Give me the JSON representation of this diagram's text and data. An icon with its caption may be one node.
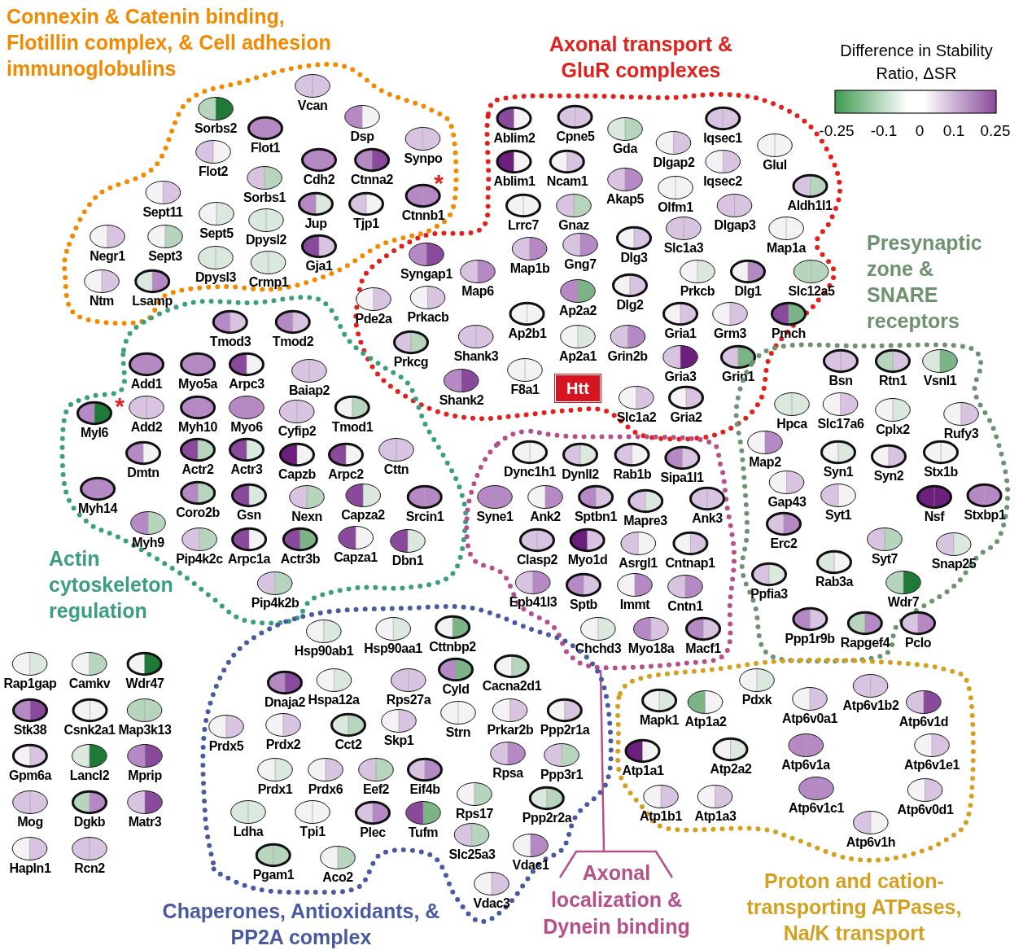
{
  "diagram": {
    "nodes": [
      {
        "text": [
          "Connexin & Catenin binding, Flotillin complex, & Cell adhesion immunoglobulins"
        ]
      },
      {
        "text": [
          "Vcan"
        ],
        "in": 0
      },
      {
        "text": [
          "Sorbs2"
        ],
        "in": 0
      },
      {
        "text": [
          "Flot1"
        ],
        "in": 0
      },
      {
        "text": [
          "Dsp"
        ],
        "in": 0
      },
      {
        "text": [
          "Synpo"
        ],
        "in": 0
      },
      {
        "text": [
          "Flot2"
        ],
        "in": 0
      },
      {
        "text": [
          "Cdh2"
        ],
        "in": 0
      },
      {
        "text": [
          "Ctnna2"
        ],
        "in": 0
      },
      {
        "text": [
          "Sorbs1"
        ],
        "in": 0
      },
      {
        "text": [
          "Ctnnb1"
        ],
        "in": 0
      },
      {
        "text": [
          "Sept11"
        ],
        "in": 0
      },
      {
        "text": [
          "Jup"
        ],
        "in": 0
      },
      {
        "text": [
          "Tjp1"
        ],
        "in": 0
      },
      {
        "text": [
          "Dpysl2"
        ],
        "in": 0
      },
      {
        "text": [
          "Sept5"
        ],
        "in": 0
      },
      {
        "text": [
          "Negr1"
        ],
        "in": 0
      },
      {
        "text": [
          "Sept3"
        ],
        "in": 0
      },
      {
        "text": [
          "Gja1"
        ],
        "in": 0
      },
      {
        "text": [
          "Dpysl3"
        ],
        "in": 0
      },
      {
        "text": [
          "Crmp1"
        ],
        "in": 0
      },
      {
        "text": [
          "Ntm"
        ],
        "in": 0
      },
      {
        "text": [
          "Lsamp"
        ],
        "in": 0
      },
      {
        "text": [
          "Axonal transport & GluR complexes"
        ]
      },
      {
        "text": [
          "Ablim2"
        ],
        "in": 23
      },
      {
        "text": [
          "Cpne5"
        ],
        "in": 23
      },
      {
        "text": [
          "Gda"
        ],
        "in": 23
      },
      {
        "text": [
          "Iqsec1"
        ],
        "in": 23
      },
      {
        "text": [
          "Ablim1"
        ],
        "in": 23
      },
      {
        "text": [
          "Ncam1"
        ],
        "in": 23
      },
      {
        "text": [
          "Dlgap2"
        ],
        "in": 23
      },
      {
        "text": [
          "Glul"
        ],
        "in": 23
      },
      {
        "text": [
          "Iqsec2"
        ],
        "in": 23
      },
      {
        "text": [
          "Akap5"
        ],
        "in": 23
      },
      {
        "text": [
          "Olfm1"
        ],
        "in": 23
      },
      {
        "text": [
          "Aldh1l1"
        ],
        "in": 23
      },
      {
        "text": [
          "Lrrc7"
        ],
        "in": 23
      },
      {
        "text": [
          "Gnaz"
        ],
        "in": 23
      },
      {
        "text": [
          "Dlgap3"
        ],
        "in": 23
      },
      {
        "text": [
          "Map1a"
        ],
        "in": 23
      },
      {
        "text": [
          "Syngap1"
        ],
        "in": 23
      },
      {
        "text": [
          "Map6"
        ],
        "in": 23
      },
      {
        "text": [
          "Map1b"
        ],
        "in": 23
      },
      {
        "text": [
          "Gng7"
        ],
        "in": 23
      },
      {
        "text": [
          "Slc1a3"
        ],
        "in": 23
      },
      {
        "text": [
          "Dlg3"
        ],
        "in": 23
      },
      {
        "text": [
          "Prkcb"
        ],
        "in": 23
      },
      {
        "text": [
          "Dlg1"
        ],
        "in": 23
      },
      {
        "text": [
          "Slc12a5"
        ],
        "in": 23
      },
      {
        "text": [
          "Pde2a"
        ],
        "in": 23
      },
      {
        "text": [
          "Prkacb"
        ],
        "in": 23
      },
      {
        "text": [
          "Ap2a2"
        ],
        "in": 23
      },
      {
        "text": [
          "Dlg2"
        ],
        "in": 23
      },
      {
        "text": [
          "Ap2b1"
        ],
        "in": 23
      },
      {
        "text": [
          "Gria1"
        ],
        "in": 23
      },
      {
        "text": [
          "Grm3"
        ],
        "in": 23
      },
      {
        "text": [
          "Pmch"
        ],
        "in": 23
      },
      {
        "text": [
          "Prkcg"
        ],
        "in": 23
      },
      {
        "text": [
          "Shank3"
        ],
        "in": 23
      },
      {
        "text": [
          "Ap2a1"
        ],
        "in": 23
      },
      {
        "text": [
          "Grin2b"
        ],
        "in": 23
      },
      {
        "text": [
          "Gria3"
        ],
        "in": 23
      },
      {
        "text": [
          "Grin1"
        ],
        "in": 23
      },
      {
        "text": [
          "Shank2"
        ],
        "in": 23
      },
      {
        "text": [
          "F8a1"
        ],
        "in": 23
      },
      {
        "text": [
          "Htt"
        ],
        "in": 23
      },
      {
        "text": [
          "Slc1a2"
        ],
        "in": 23
      },
      {
        "text": [
          "Gria2"
        ],
        "in": 23
      },
      {
        "text": [
          "Presynaptic zone & SNARE receptors"
        ]
      },
      {
        "text": [
          "Bsn"
        ],
        "in": 68
      },
      {
        "text": [
          "Rtn1"
        ],
        "in": 68
      },
      {
        "text": [
          "Vsnl1"
        ],
        "in": 68
      },
      {
        "text": [
          "Hpca"
        ],
        "in": 68
      },
      {
        "text": [
          "Slc17a6"
        ],
        "in": 68
      },
      {
        "text": [
          "Cplx2"
        ],
        "in": 68
      },
      {
        "text": [
          "Rufy3"
        ],
        "in": 68
      },
      {
        "text": [
          "Map2"
        ],
        "in": 68
      },
      {
        "text": [
          "Syn1"
        ],
        "in": 68
      },
      {
        "text": [
          "Syn2"
        ],
        "in": 68
      },
      {
        "text": [
          "Stx1b"
        ],
        "in": 68
      },
      {
        "text": [
          "Gap43"
        ],
        "in": 68
      },
      {
        "text": [
          "Syt1"
        ],
        "in": 68
      },
      {
        "text": [
          "Nsf"
        ],
        "in": 68
      },
      {
        "text": [
          "Stxbp1"
        ],
        "in": 68
      },
      {
        "text": [
          "Erc2"
        ],
        "in": 68
      },
      {
        "text": [
          "Syt7"
        ],
        "in": 68
      },
      {
        "text": [
          "Snap25"
        ],
        "in": 68
      },
      {
        "text": [
          "Ppfia3"
        ],
        "in": 68
      },
      {
        "text": [
          "Rab3a"
        ],
        "in": 68
      },
      {
        "text": [
          "Wdr7"
        ],
        "in": 68
      },
      {
        "text": [
          "Ppp1r9b"
        ],
        "in": 68
      },
      {
        "text": [
          "Rapgef4"
        ],
        "in": 68
      },
      {
        "text": [
          "Pclo"
        ],
        "in": 68
      },
      {
        "text": [
          "Actin cytoskeleton regulation"
        ]
      },
      {
        "text": [
          "Tmod3"
        ],
        "in": 93
      },
      {
        "text": [
          "Tmod2"
        ],
        "in": 93
      },
      {
        "text": [
          "Add1"
        ],
        "in": 93
      },
      {
        "text": [
          "Myo5a"
        ],
        "in": 93
      },
      {
        "text": [
          "Arpc3"
        ],
        "in": 93
      },
      {
        "text": [
          "Baiap2"
        ],
        "in": 93
      },
      {
        "text": [
          "Myl6"
        ],
        "in": 93
      },
      {
        "text": [
          "Add2"
        ],
        "in": 93
      },
      {
        "text": [
          "Myh10"
        ],
        "in": 93
      },
      {
        "text": [
          "Myo6"
        ],
        "in": 93
      },
      {
        "text": [
          "Cyfip2"
        ],
        "in": 93
      },
      {
        "text": [
          "Tmod1"
        ],
        "in": 93
      },
      {
        "text": [
          "Dmtn"
        ],
        "in": 93
      },
      {
        "text": [
          "Actr2"
        ],
        "in": 93
      },
      {
        "text": [
          "Actr3"
        ],
        "in": 93
      },
      {
        "text": [
          "Capzb"
        ],
        "in": 93
      },
      {
        "text": [
          "Arpc2"
        ],
        "in": 93
      },
      {
        "text": [
          "Cttn"
        ],
        "in": 93
      },
      {
        "text": [
          "Myh14"
        ],
        "in": 93
      },
      {
        "text": [
          "Coro2b"
        ],
        "in": 93
      },
      {
        "text": [
          "Gsn"
        ],
        "in": 93
      },
      {
        "text": [
          "Nexn"
        ],
        "in": 93
      },
      {
        "text": [
          "Capza2"
        ],
        "in": 93
      },
      {
        "text": [
          "Srcin1"
        ],
        "in": 93
      },
      {
        "text": [
          "Myh9"
        ],
        "in": 93
      },
      {
        "text": [
          "Pip4k2c"
        ],
        "in": 93
      },
      {
        "text": [
          "Arpc1a"
        ],
        "in": 93
      },
      {
        "text": [
          "Actr3b"
        ],
        "in": 93
      },
      {
        "text": [
          "Capza1"
        ],
        "in": 93
      },
      {
        "text": [
          "Dbn1"
        ],
        "in": 93
      },
      {
        "text": [
          "Pip4k2b"
        ],
        "in": 93
      },
      {
        "text": [],
        "shape": "box"
      },
      {
        "text": [
          "Dync1h1"
        ],
        "in": 125
      },
      {
        "text": [
          "Dynll2"
        ],
        "in": 125
      },
      {
        "text": [
          "Rab1b"
        ],
        "in": 125
      },
      {
        "text": [
          "Sipa1l1"
        ],
        "in": 125
      },
      {
        "text": [
          "Syne1"
        ],
        "in": 125
      },
      {
        "text": [
          "Ank2"
        ],
        "in": 125
      },
      {
        "text": [
          "Sptbn1"
        ],
        "in": 125
      },
      {
        "text": [
          "Mapre3"
        ],
        "in": 125
      },
      {
        "text": [
          "Ank3"
        ],
        "in": 125
      },
      {
        "text": [
          "Clasp2"
        ],
        "in": 125
      },
      {
        "text": [
          "Myo1d"
        ],
        "in": 125
      },
      {
        "text": [
          "Asrgl1"
        ],
        "in": 125
      },
      {
        "text": [
          "Cntnap1"
        ],
        "in": 125
      },
      {
        "text": [
          "Epb41l3"
        ],
        "in": 125
      },
      {
        "text": [
          "Sptb"
        ],
        "in": 125
      },
      {
        "text": [
          "Immt"
        ],
        "in": 125
      },
      {
        "text": [
          "Cntn1"
        ],
        "in": 125
      },
      {
        "text": [
          "Chchd3"
        ],
        "in": 125
      },
      {
        "text": [
          "Myo18a"
        ],
        "in": 125
      },
      {
        "text": [
          "Macf1"
        ],
        "in": 125
      },
      {
        "text": [
          "Axonal localization & Dynein binding"
        ]
      },
      {
        "text": [
          "Chaperones, Antioxidants, & PP2A complex"
        ]
      },
      {
        "text": [
          "Hsp90ab1"
        ],
        "in": 147
      },
      {
        "text": [
          "Hsp90aa1"
        ],
        "in": 147
      },
      {
        "text": [
          "Cttnbp2"
        ],
        "in": 147
      },
      {
        "text": [
          "Dnaja2"
        ],
        "in": 147
      },
      {
        "text": [
          "Hspa12a"
        ],
        "in": 147
      },
      {
        "text": [
          "Rps27a"
        ],
        "in": 147
      },
      {
        "text": [
          "Cyld"
        ],
        "in": 147
      },
      {
        "text": [
          "Cacna2d1"
        ],
        "in": 147
      },
      {
        "text": [
          "Prdx5"
        ],
        "in": 147
      },
      {
        "text": [
          "Prdx2"
        ],
        "in": 147
      },
      {
        "text": [
          "Cct2"
        ],
        "in": 147
      },
      {
        "text": [
          "Skp1"
        ],
        "in": 147
      },
      {
        "text": [
          "Strn"
        ],
        "in": 147
      },
      {
        "text": [
          "Prkar2b"
        ],
        "in": 147
      },
      {
        "text": [
          "Ppp2r1a"
        ],
        "in": 147
      },
      {
        "text": [
          "Prdx1"
        ],
        "in": 147
      },
      {
        "text": [
          "Prdx6"
        ],
        "in": 147
      },
      {
        "text": [
          "Eef2"
        ],
        "in": 147
      },
      {
        "text": [
          "Eif4b"
        ],
        "in": 147
      },
      {
        "text": [
          "Rpsa"
        ],
        "in": 147
      },
      {
        "text": [
          "Ppp3r1"
        ],
        "in": 147
      },
      {
        "text": [
          "Ldha"
        ],
        "in": 147
      },
      {
        "text": [
          "Tpi1"
        ],
        "in": 147
      },
      {
        "text": [
          "Plec"
        ],
        "in": 147
      },
      {
        "text": [
          "Tufm"
        ],
        "in": 147
      },
      {
        "text": [
          "Rps17"
        ],
        "in": 147
      },
      {
        "text": [
          "Ppp2r2a"
        ],
        "in": 147
      },
      {
        "text": [
          "Slc25a3"
        ],
        "in": 147
      },
      {
        "text": [
          "Vdac1"
        ],
        "in": 147
      },
      {
        "text": [
          "Pgam1"
        ],
        "in": 147
      },
      {
        "text": [
          "Aco2"
        ],
        "in": 147
      },
      {
        "text": [
          "Vdac3"
        ],
        "in": 147
      },
      {
        "text": [
          "Proton and cation-transporting ATPases, Na/K transport"
        ]
      },
      {
        "text": [
          "Pdxk"
        ],
        "in": 180
      },
      {
        "text": [
          "Atp6v0a1"
        ],
        "in": 180
      },
      {
        "text": [
          "Atp6v1b2"
        ],
        "in": 180
      },
      {
        "text": [
          "Atp6v1d"
        ],
        "in": 180
      },
      {
        "text": [
          "Mapk1"
        ],
        "in": 180
      },
      {
        "text": [
          "Atp1a2"
        ],
        "in": 180
      },
      {
        "text": [
          "Atp1a1"
        ],
        "in": 180
      },
      {
        "text": [
          "Atp2a2"
        ],
        "in": 180
      },
      {
        "text": [
          "Atp6v1a"
        ],
        "in": 180
      },
      {
        "text": [
          "Atp6v1e1"
        ],
        "in": 180
      },
      {
        "text": [
          "Atp1b1"
        ],
        "in": 180
      },
      {
        "text": [
          "Atp1a3"
        ],
        "in": 180
      },
      {
        "text": [
          "Atp6v1c1"
        ],
        "in": 180
      },
      {
        "text": [
          "Atp6v0d1"
        ],
        "in": 180
      },
      {
        "text": [
          "Atp6v1h"
        ],
        "in": 180
      },
      {
        "text": [
          "Rap1gap"
        ]
      },
      {
        "text": [
          "Camkv"
        ]
      },
      {
        "text": [
          "Wdr47"
        ]
      },
      {
        "text": [
          "Stk38"
        ]
      },
      {
        "text": [
          "Csnk2a1"
        ]
      },
      {
        "text": [
          "Map3k13"
        ]
      },
      {
        "text": [
          "Gpm6a"
        ]
      },
      {
        "text": [
          "Lancl2"
        ]
      },
      {
        "text": [
          "Mprip"
        ]
      },
      {
        "text": [
          "Mog"
        ]
      },
      {
        "text": [
          "Dgkb"
        ]
      },
      {
        "text": [
          "Matr3"
        ]
      },
      {
        "text": [
          "Hapln1"
        ]
      },
      {
        "text": [
          "Rcn2"
        ]
      }
    ],
    "edges": [
      {
        "from": 146,
        "to": 125,
        "arrow": "none"
      }
    ],
    "labels": [
      "Difference in Stability Ratio, ΔSR",
      "-0.25",
      "-0.1",
      "0",
      "0.1",
      "0.25",
      "*",
      "*"
    ]
  }
}
